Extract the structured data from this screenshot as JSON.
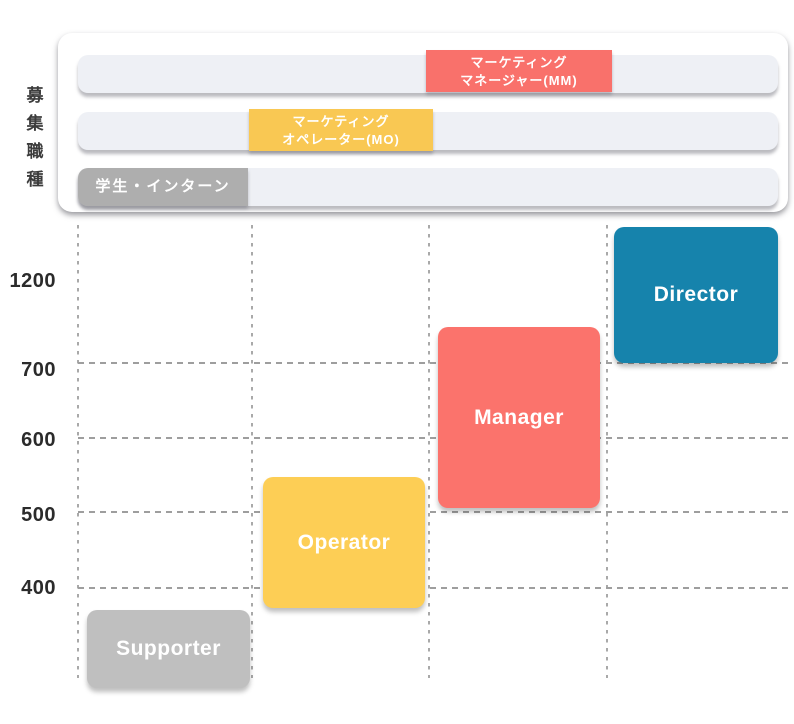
{
  "colors": {
    "chip_red": "#f9716b",
    "chip_yellow": "#f9c853",
    "chip_gray": "#aeaeae",
    "box_supporter_gray": "#bfbfbf",
    "box_operator_yellow": "#fdce55",
    "box_manager_red": "#fb736c",
    "box_director_blue": "#1683ac",
    "track_gray": "#eef0f5",
    "grid_gray": "#9e9e9e",
    "axis_text": "#2b2b2b"
  },
  "left_axis": {
    "title": "募集職種",
    "chars": [
      "募",
      "集",
      "職",
      "種"
    ]
  },
  "recruitment": {
    "rows": [
      {
        "id": "marketing-manager",
        "lines": [
          "マーケティング",
          "マネージャー(MM)"
        ],
        "color": "#f9716b",
        "aligned_column": "Manager"
      },
      {
        "id": "marketing-operator",
        "lines": [
          "マーケティング",
          "オペレーター(MO)"
        ],
        "color": "#f9c853",
        "aligned_column": "Operator"
      },
      {
        "id": "student-intern",
        "lines": [
          "学生・インターン"
        ],
        "color": "#aeaeae",
        "aligned_column": "Supporter"
      }
    ]
  },
  "chart_data": {
    "type": "bar",
    "subtype": "floating-range-columns",
    "orientation": "vertical",
    "title": "",
    "xlabel": "",
    "ylabel": "",
    "categories": [
      "Supporter",
      "Operator",
      "Manager",
      "Director"
    ],
    "series": [
      {
        "name": "Supporter",
        "value_range_estimate": [
          270,
          370
        ],
        "color": "#bfbfbf"
      },
      {
        "name": "Operator",
        "value_range_estimate": [
          380,
          550
        ],
        "color": "#fdce55"
      },
      {
        "name": "Manager",
        "value_range_estimate": [
          505,
          920
        ],
        "color": "#fb736c"
      },
      {
        "name": "Director",
        "value_range_estimate": [
          700,
          1500
        ],
        "color": "#1683ac"
      }
    ],
    "yticks": [
      400,
      500,
      600,
      700,
      1200
    ],
    "ytick_labels_top_to_bottom": [
      "1200",
      "700",
      "600",
      "500",
      "400"
    ],
    "ylim_note": "axis nonlinear: equal pixel spacing between ticks 400,500,600,700,1200",
    "grid": "dashed horizontal lines at 400/500/600/700, dotted vertical column separators",
    "gridlines_horizontal_at": [
      400,
      500,
      600,
      700
    ],
    "legend": "none",
    "recruitment_mapping": [
      {
        "recruit_label": "学生・インターン",
        "column": "Supporter"
      },
      {
        "recruit_label": "マーケティングオペレーター(MO)",
        "column": "Operator"
      },
      {
        "recruit_label": "マーケティングマネージャー(MM)",
        "column": "Manager"
      }
    ]
  }
}
